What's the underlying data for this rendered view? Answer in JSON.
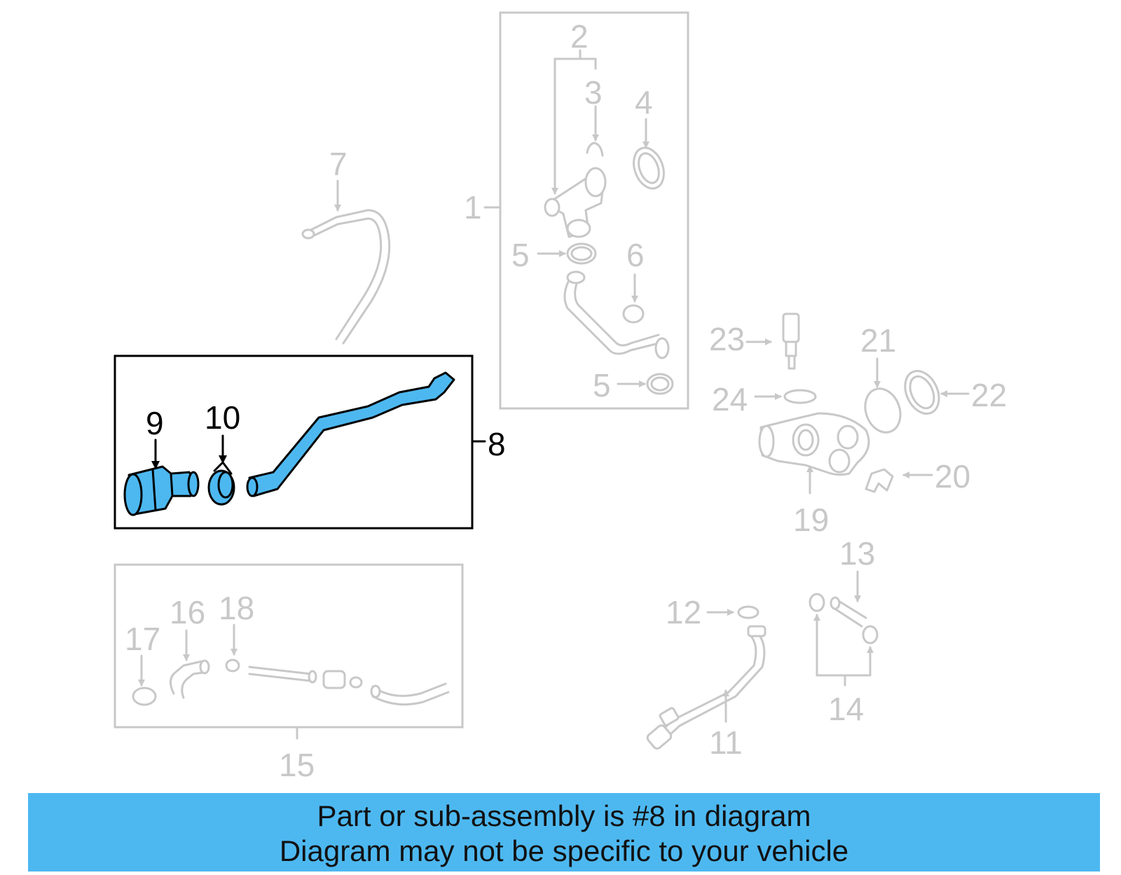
{
  "callouts": {
    "n1": "1",
    "n2": "2",
    "n3": "3",
    "n4": "4",
    "n5a": "5",
    "n5b": "5",
    "n6": "6",
    "n7": "7",
    "n8": "8",
    "n9": "9",
    "n10": "10",
    "n11": "11",
    "n12": "12",
    "n13": "13",
    "n14": "14",
    "n15": "15",
    "n16": "16",
    "n17": "17",
    "n18": "18",
    "n19": "19",
    "n20": "20",
    "n21": "21",
    "n22": "22",
    "n23": "23",
    "n24": "24"
  },
  "banner": {
    "line1": "Part or sub-assembly is #8 in diagram",
    "line2": "Diagram may not be specific to your vehicle"
  },
  "colors": {
    "highlight": "#4db8f0",
    "muted_parts": "#c8c8c8",
    "banner_bg": "#4db8f0"
  }
}
